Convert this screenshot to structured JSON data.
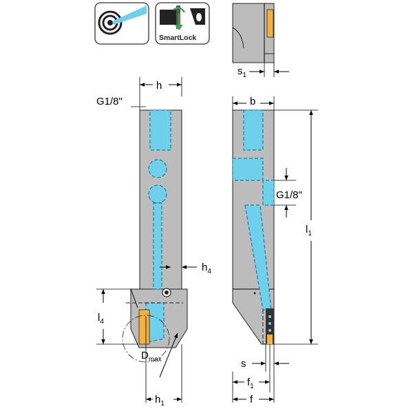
{
  "icons": {
    "coolant": "coolant-target-icon",
    "smartlock": "smartlock-icon",
    "smartlock_label": "SmartLock"
  },
  "dimensions": {
    "h": "h",
    "b": "b",
    "s1_base": "s",
    "s1_sub": "1",
    "g18_left": "G1/8\"",
    "g18_right": "G1/8\"",
    "h4_base": "h",
    "h4_sub": "4",
    "l4_base": "l",
    "l4_sub": "4",
    "l1_base": "l",
    "l1_sub": "1",
    "dmax_base": "D",
    "dmax_sub": "max",
    "h1_base": "h",
    "h1_sub": "1",
    "s": "s",
    "f1_base": "f",
    "f1_sub": "1",
    "f": "f"
  },
  "colors": {
    "coolant": "#6ed0ea",
    "body": "#bcbcbc",
    "insert": "#f5b13c",
    "accent_green": "#3aa84a"
  }
}
